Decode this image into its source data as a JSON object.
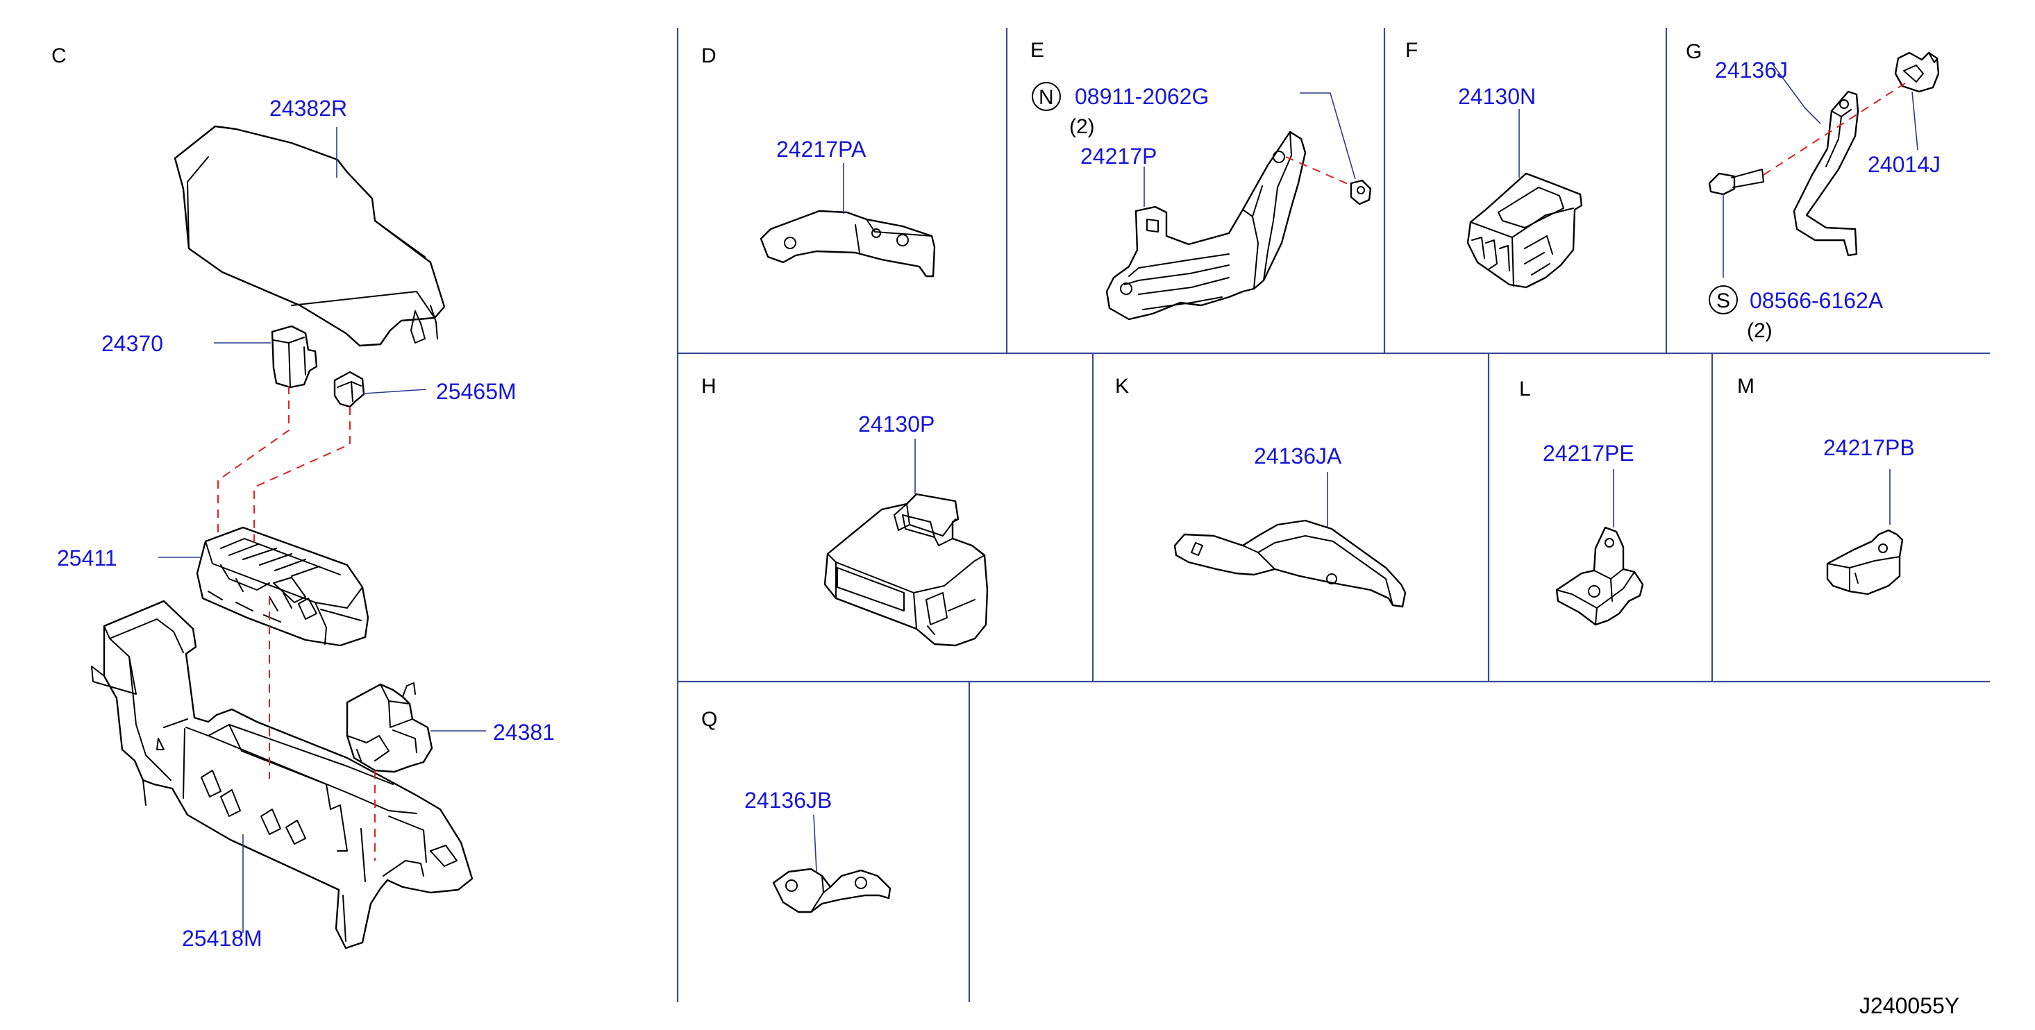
{
  "diagram_id": "J240055Y",
  "sections": {
    "C": {
      "letter": "C",
      "parts": [
        "24382R",
        "24370",
        "25465M",
        "25411",
        "24381",
        "25418M"
      ]
    },
    "D": {
      "letter": "D",
      "parts": [
        "24217PA"
      ]
    },
    "E": {
      "letter": "E",
      "fastener_symbol": "N",
      "fastener_part": "08911-2062G",
      "fastener_qty": "(2)",
      "parts": [
        "24217P"
      ]
    },
    "F": {
      "letter": "F",
      "parts": [
        "24130N"
      ]
    },
    "G": {
      "letter": "G",
      "parts": [
        "24136J",
        "24014J"
      ],
      "fastener_symbol": "S",
      "fastener_part": "08566-6162A",
      "fastener_qty": "(2)"
    },
    "H": {
      "letter": "H",
      "parts": [
        "24130P"
      ]
    },
    "K": {
      "letter": "K",
      "parts": [
        "24136JA"
      ]
    },
    "L": {
      "letter": "L",
      "parts": [
        "24217PE"
      ]
    },
    "M": {
      "letter": "M",
      "parts": [
        "24217PB"
      ]
    },
    "Q": {
      "letter": "Q",
      "parts": [
        "24136JB"
      ]
    }
  },
  "colors": {
    "part_number": "#1515d8",
    "leader": "#2a3a8a",
    "dashed_guide": "#e02020",
    "line": "#000000"
  }
}
